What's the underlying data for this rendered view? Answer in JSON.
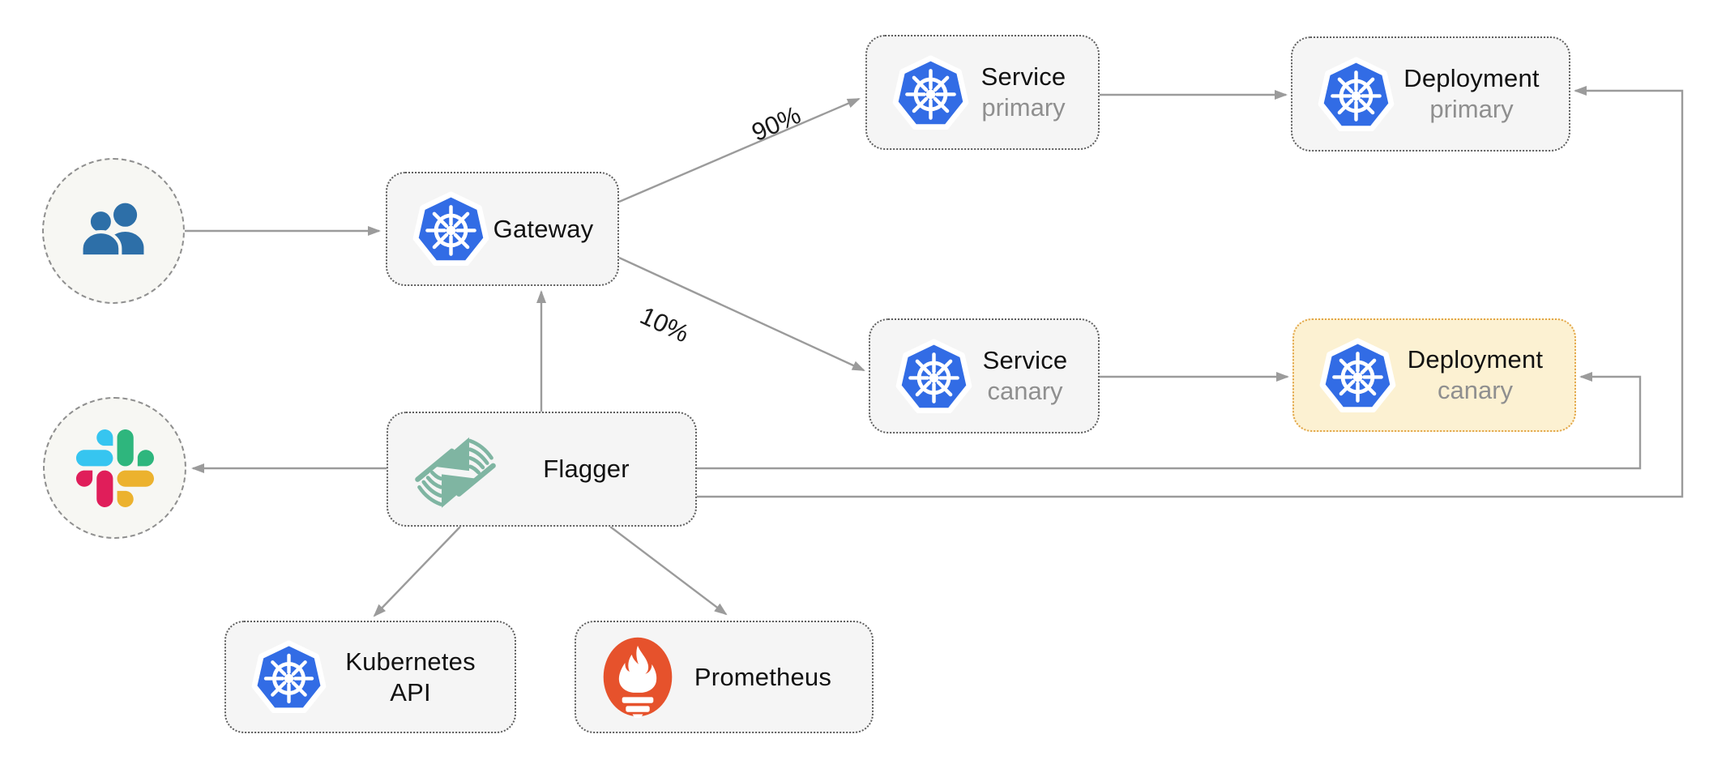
{
  "nodes": {
    "users": {
      "icon": "users-icon"
    },
    "slack": {
      "icon": "slack-icon"
    },
    "gateway": {
      "label": "Gateway",
      "icon": "kubernetes-icon"
    },
    "service_primary": {
      "label": "Service",
      "sublabel": "primary",
      "icon": "kubernetes-icon"
    },
    "deployment_primary": {
      "label": "Deployment",
      "sublabel": "primary",
      "icon": "kubernetes-icon"
    },
    "service_canary": {
      "label": "Service",
      "sublabel": "canary",
      "icon": "kubernetes-icon"
    },
    "deployment_canary": {
      "label": "Deployment",
      "sublabel": "canary",
      "icon": "kubernetes-icon"
    },
    "flagger": {
      "label": "Flagger",
      "icon": "flagger-flags-icon"
    },
    "kubernetes_api": {
      "label": "Kubernetes API",
      "icon": "kubernetes-icon"
    },
    "prometheus": {
      "label": "Prometheus",
      "icon": "prometheus-icon"
    }
  },
  "edges": {
    "gateway_to_service_primary": {
      "label": "90%"
    },
    "gateway_to_service_canary": {
      "label": "10%"
    }
  },
  "colors": {
    "kubernetes_blue": "#326CE5",
    "flagger_teal": "#7FB5A2",
    "prometheus_orange": "#E6522C",
    "users_blue": "#2D6FA8",
    "node_fill": "#F5F5F5",
    "node_border": "#5E5E5E",
    "canary_fill": "#FCF1D2",
    "canary_border": "#E2A546",
    "edge_gray": "#9B9B9B",
    "sublabel_gray": "#8F8F8F",
    "slack_blue": "#36C5F0",
    "slack_green": "#2EB67D",
    "slack_red": "#E01E5A",
    "slack_yellow": "#ECB22E"
  }
}
